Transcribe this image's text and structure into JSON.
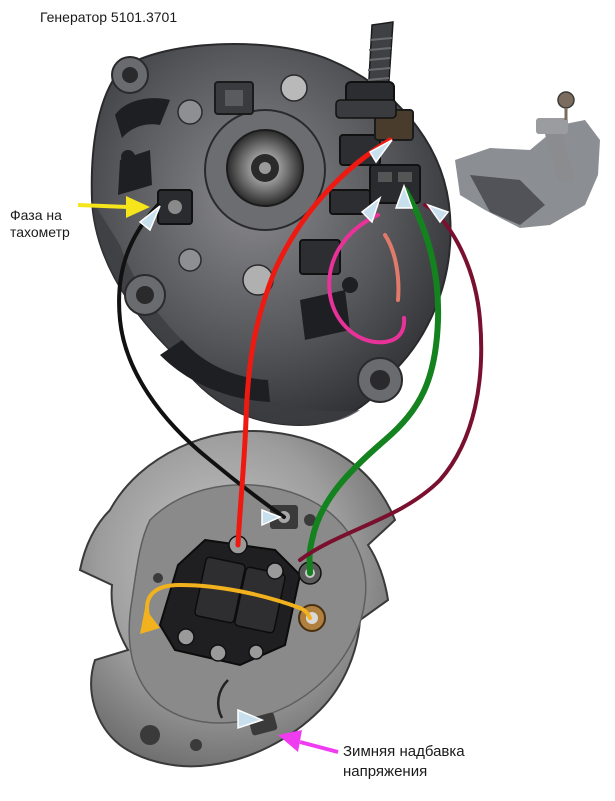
{
  "title": "Генератор 5101.3701",
  "labels": {
    "phase_line1": "Фаза на",
    "phase_line2": "тахометр",
    "winter_line1": "Зимняя надбавка",
    "winter_line2": "напряжения"
  },
  "colors": {
    "red_wire": "#ee1a12",
    "green_wire": "#14821e",
    "maroon_wire": "#7a1030",
    "pink_wire": "#e8329a",
    "black_wire": "#111111",
    "yellow_wire": "#f2b21e",
    "yellow_arrow": "#f5e51a",
    "magenta_arrow": "#f03cf0",
    "pointer_arrow": "#c8e0ee",
    "metal": "#5a5a5e",
    "metal_light": "#9a9a9c",
    "background": "#ffffff"
  }
}
